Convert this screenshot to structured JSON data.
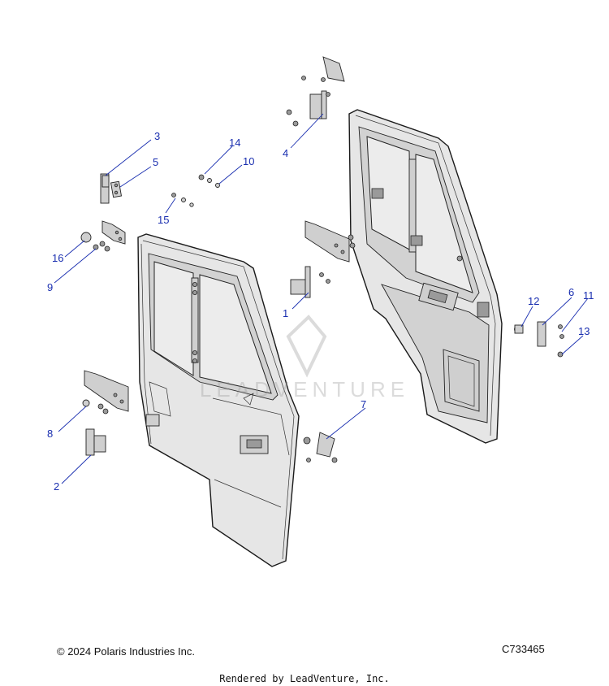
{
  "footer": {
    "copyright": "© 2024 Polaris Industries Inc.",
    "diagram_code": "C733465",
    "rendered_by": "Rendered by LeadVenture, Inc."
  },
  "watermark": {
    "text": "LEADVENTURE"
  },
  "callouts": [
    {
      "id": "1",
      "label": "1"
    },
    {
      "id": "2",
      "label": "2"
    },
    {
      "id": "3",
      "label": "3"
    },
    {
      "id": "4",
      "label": "4"
    },
    {
      "id": "5",
      "label": "5"
    },
    {
      "id": "6",
      "label": "6"
    },
    {
      "id": "7",
      "label": "7"
    },
    {
      "id": "8",
      "label": "8"
    },
    {
      "id": "9",
      "label": "9"
    },
    {
      "id": "10",
      "label": "10"
    },
    {
      "id": "11",
      "label": "11"
    },
    {
      "id": "12",
      "label": "12"
    },
    {
      "id": "13",
      "label": "13"
    },
    {
      "id": "14",
      "label": "14"
    },
    {
      "id": "15",
      "label": "15"
    },
    {
      "id": "16",
      "label": "16"
    }
  ],
  "colors": {
    "callout": "#1a2fb0",
    "linework": "#1a1a1a",
    "watermark": "#cfcfcf"
  }
}
